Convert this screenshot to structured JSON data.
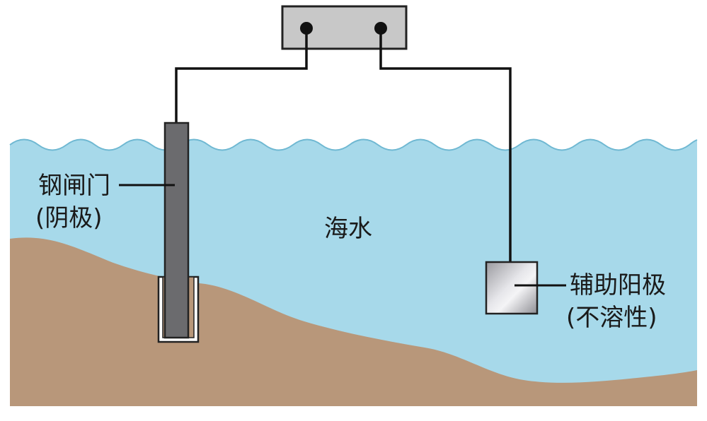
{
  "labels": {
    "gate_line1": "钢闸门",
    "gate_line2": "(阴极)",
    "water": "海水",
    "anode_line1": "辅助阳极",
    "anode_line2": "(不溶性)"
  },
  "colors": {
    "water": "#a7d9ea",
    "seabed": "#b8977a",
    "power_box": "#c8c8c8",
    "gate": "#6b6b6e",
    "wire": "#111111",
    "anode": "#c9c9cc"
  }
}
